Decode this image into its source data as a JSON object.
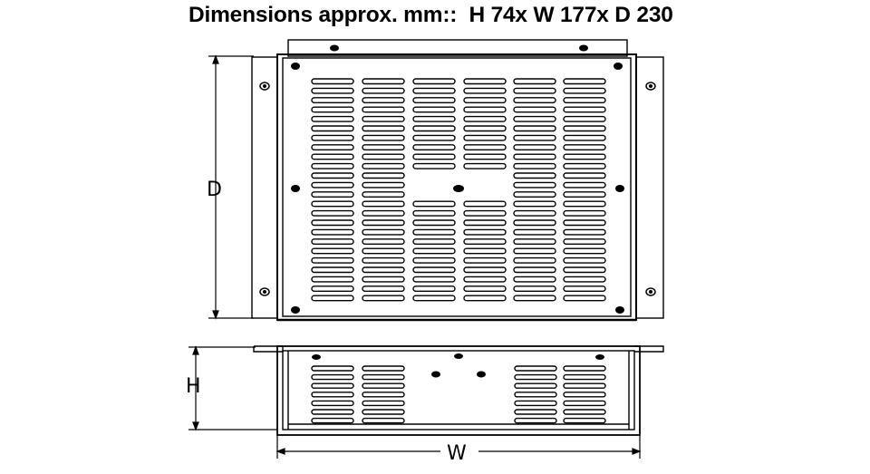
{
  "title": "Dimensions approx. mm::  H 74x W 177x D 230",
  "dimensions": {
    "depth_label": "D",
    "height_label": "H",
    "width_label": "W"
  },
  "colors": {
    "line": "#000000",
    "background": "#ffffff"
  }
}
